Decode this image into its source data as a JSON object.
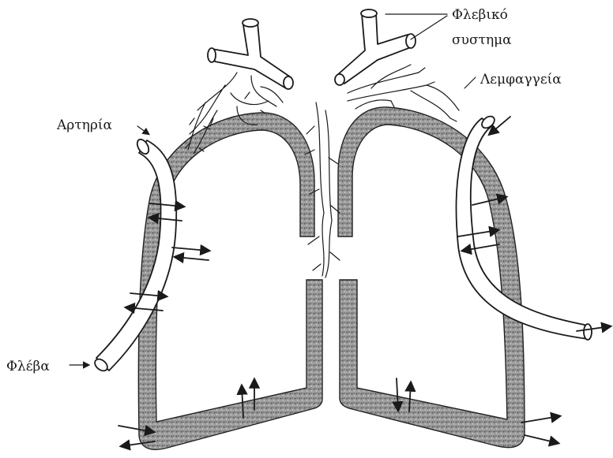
{
  "labels": {
    "venous_system_line1": "Φλεβικό",
    "venous_system_line2": "συστημα",
    "lymphatics": "Λεμφαγγεία",
    "artery": "Αρτηρία",
    "vein": "Φλέβα"
  },
  "colors": {
    "ink": "#1a1a1a",
    "membrane": "#8a8a8a",
    "background": "#ffffff"
  }
}
